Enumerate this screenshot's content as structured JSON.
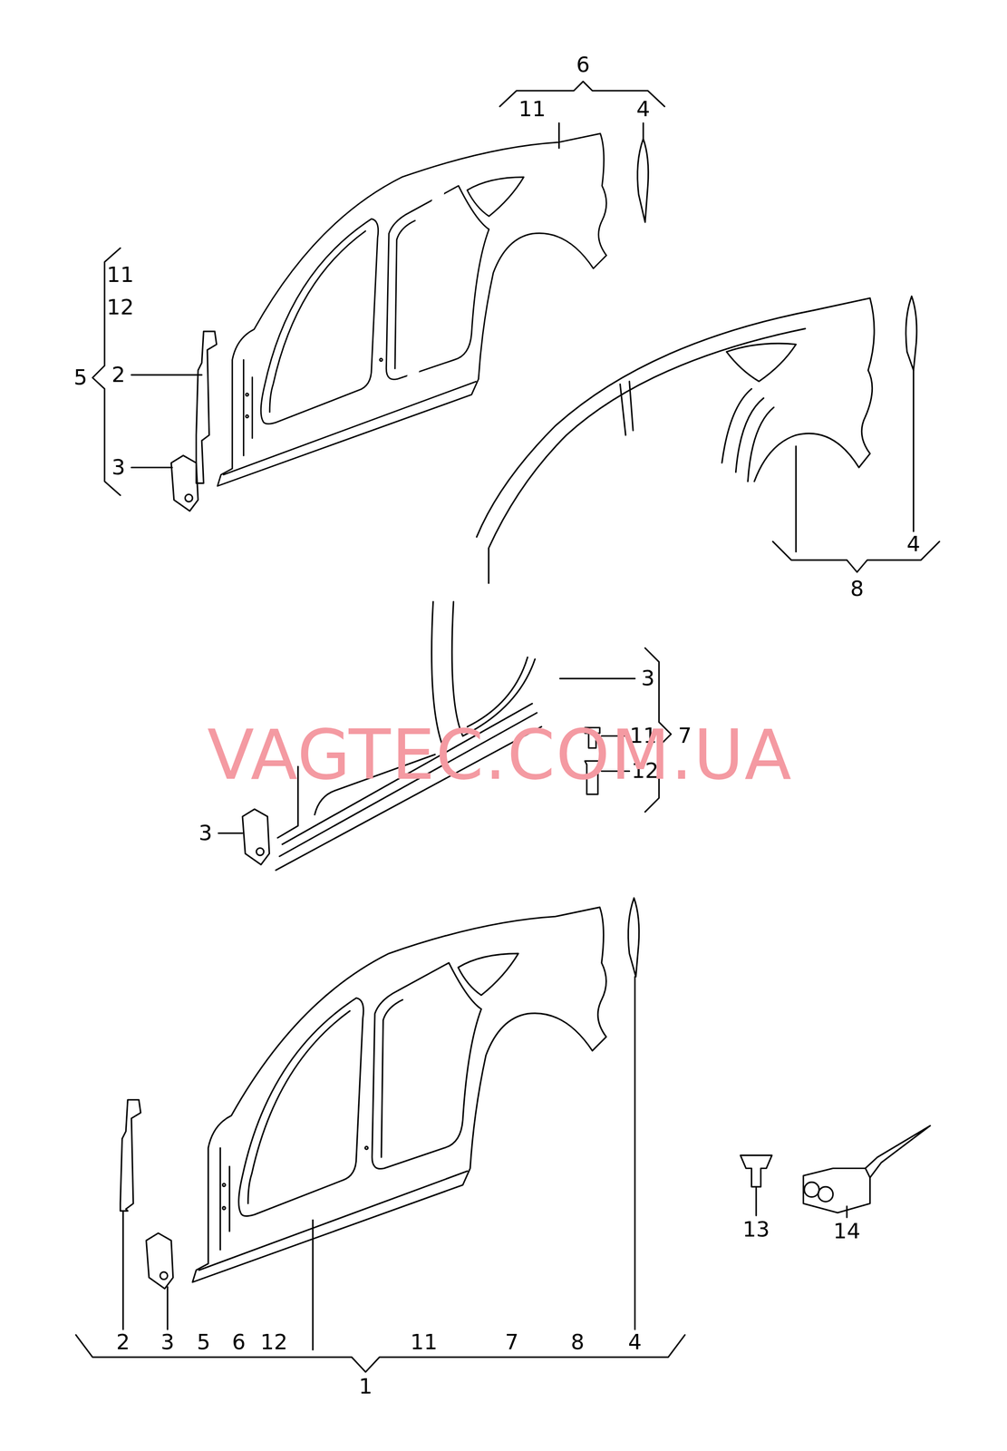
{
  "diagram": {
    "labels": [
      "6",
      "11",
      "4",
      "11",
      "12",
      "5",
      "2",
      "3",
      "4",
      "8",
      "3",
      "11",
      "7",
      "12",
      "3",
      "VAGTEC.COM.UA",
      "2",
      "3",
      "5",
      "6",
      "12",
      "11",
      "7",
      "8",
      "4",
      "1",
      "13",
      "14"
    ]
  }
}
